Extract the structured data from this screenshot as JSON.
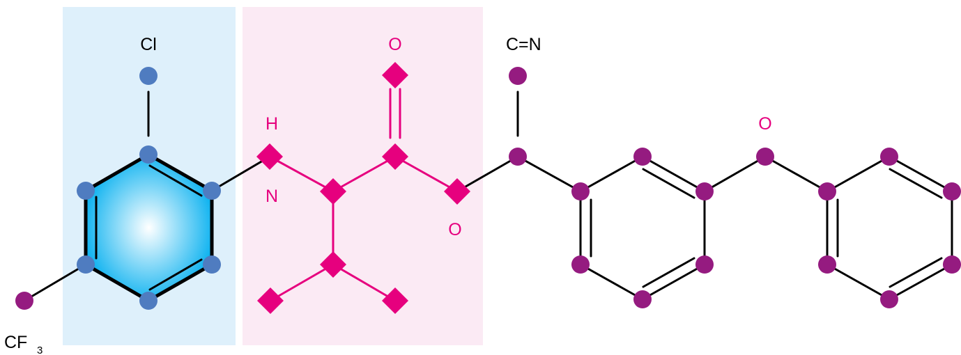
{
  "colors": {
    "blue_region": "#def0fb",
    "pink_region": "#fbeaf4",
    "blue_atom": "#4f7cc0",
    "pink_atom": "#e6007e",
    "purple_atom": "#951b80",
    "bond": "#000000",
    "ring_fill_center": "#ffffff",
    "ring_fill_edge": "#00aeef"
  },
  "labels": {
    "cl": "Cl",
    "carbonyl_o": "O",
    "nitrile": "C=N",
    "h": "H",
    "n": "N",
    "ester_o": "O",
    "ether_o": "O",
    "cf3_main": "CF",
    "cf3_sub": "3"
  }
}
